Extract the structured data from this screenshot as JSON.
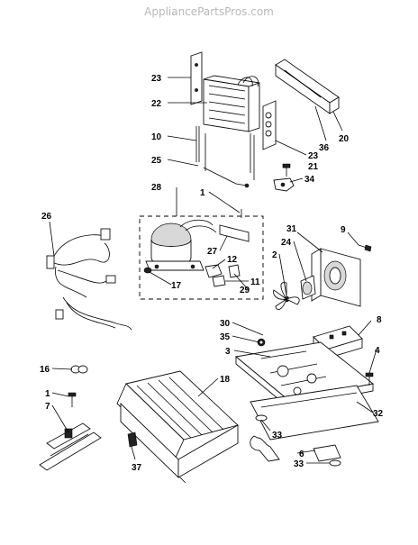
{
  "watermark": "AppliancePartsPros.com",
  "callouts": [
    {
      "id": "c1",
      "text": "23"
    },
    {
      "id": "c2",
      "text": "22"
    },
    {
      "id": "c3",
      "text": "10"
    },
    {
      "id": "c4",
      "text": "25"
    },
    {
      "id": "c5",
      "text": "28"
    },
    {
      "id": "c6",
      "text": "1"
    },
    {
      "id": "c7",
      "text": "26"
    },
    {
      "id": "c8",
      "text": "36"
    },
    {
      "id": "c9",
      "text": "20"
    },
    {
      "id": "c10",
      "text": "23"
    },
    {
      "id": "c11",
      "text": "21"
    },
    {
      "id": "c12",
      "text": "34"
    },
    {
      "id": "c13",
      "text": "31"
    },
    {
      "id": "c14",
      "text": "9"
    },
    {
      "id": "c15",
      "text": "24"
    },
    {
      "id": "c16",
      "text": "2"
    },
    {
      "id": "c17",
      "text": "27"
    },
    {
      "id": "c18",
      "text": "12"
    },
    {
      "id": "c19",
      "text": "17"
    },
    {
      "id": "c20",
      "text": "11"
    },
    {
      "id": "c21",
      "text": "29"
    },
    {
      "id": "c22",
      "text": "8"
    },
    {
      "id": "c23",
      "text": "30"
    },
    {
      "id": "c24",
      "text": "35"
    },
    {
      "id": "c25",
      "text": "3"
    },
    {
      "id": "c26",
      "text": "4"
    },
    {
      "id": "c27",
      "text": "16"
    },
    {
      "id": "c28",
      "text": "18"
    },
    {
      "id": "c29",
      "text": "1"
    },
    {
      "id": "c30",
      "text": "7"
    },
    {
      "id": "c31",
      "text": "32"
    },
    {
      "id": "c32",
      "text": "33"
    },
    {
      "id": "c33",
      "text": "6"
    },
    {
      "id": "c34",
      "text": "33"
    },
    {
      "id": "c35",
      "text": "37"
    }
  ]
}
